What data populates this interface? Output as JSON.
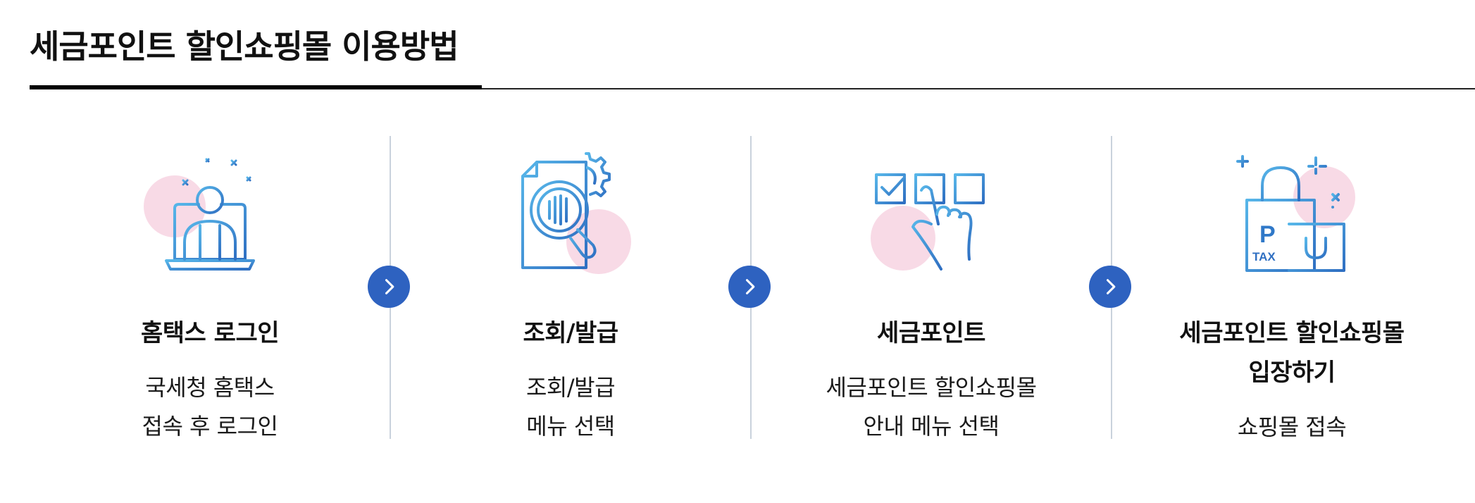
{
  "page": {
    "title": "세금포인트 할인쇼핑몰 이용방법"
  },
  "colors": {
    "accent": "#2e62c0",
    "icon_line": "#3b8fd6",
    "icon_blob": "#f7d3e2",
    "divider": "#c9d2dc"
  },
  "steps": [
    {
      "icon": "laptop-user-icon",
      "title": [
        "홈택스 로그인"
      ],
      "desc": [
        "국세청 홈택스",
        "접속 후 로그인"
      ]
    },
    {
      "icon": "document-search-gear-icon",
      "title": [
        "조회/발급"
      ],
      "desc": [
        "조회/발급",
        "메뉴 선택"
      ]
    },
    {
      "icon": "checkbox-hand-icon",
      "title": [
        "세금포인트"
      ],
      "desc": [
        "세금포인트 할인쇼핑몰",
        "안내 메뉴 선택"
      ]
    },
    {
      "icon": "shopping-bags-icon",
      "title": [
        "세금포인트 할인쇼핑몰",
        "입장하기"
      ],
      "desc": [
        "쇼핑몰 접속"
      ]
    }
  ],
  "arrows": [
    {
      "icon": "chevron-right-icon"
    },
    {
      "icon": "chevron-right-icon"
    },
    {
      "icon": "chevron-right-icon"
    }
  ]
}
